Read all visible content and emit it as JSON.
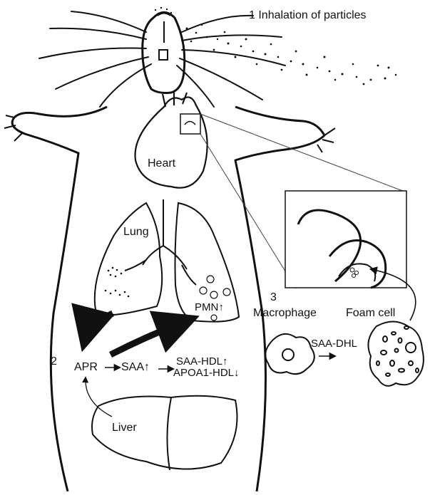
{
  "diagram": {
    "step1_label": "1 Inhalation of particles",
    "step2_number": "2",
    "step3_number": "3",
    "organs": {
      "heart": "Heart",
      "lung": "Lung",
      "liver": "Liver"
    },
    "pathway": {
      "apr": "APR",
      "saa": "SAA↑",
      "saa_hdl": "SAA-HDL↑",
      "apoa1_hdl": "APOA1-HDL↓",
      "pmn": "PMN↑"
    },
    "cells": {
      "macrophage": "Macrophage",
      "foam_cell": "Foam cell",
      "saa_dhl": "SAA-DHL"
    }
  }
}
